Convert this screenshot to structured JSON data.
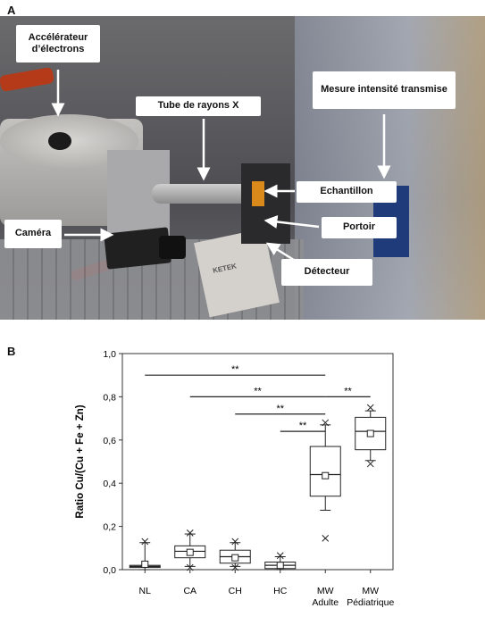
{
  "panels": {
    "a": "A",
    "b": "B"
  },
  "photo_labels": {
    "accelerator": "Accélérateur d’électrons",
    "xray_tube": "Tube de rayons X",
    "transmitted": "Mesure intensité transmise",
    "sample": "Echantillon",
    "camera": "Caméra",
    "holder": "Portoir",
    "detector": "Détecteur",
    "device_brand": "KETEK"
  },
  "chart_data": {
    "type": "box",
    "ylabel": "Ratio Cu/(Cu + Fe + Zn)",
    "ylim": [
      0,
      1
    ],
    "yticks": [
      "0,0",
      "0,2",
      "0,4",
      "0,6",
      "0,8",
      "1,0"
    ],
    "categories": [
      "NL",
      "CA",
      "CH",
      "HC",
      "MW Adulte",
      "MW Pédiatrique"
    ],
    "category_lines": [
      [
        "NL"
      ],
      [
        "CA"
      ],
      [
        "CH"
      ],
      [
        "HC"
      ],
      [
        "MW",
        "Adulte"
      ],
      [
        "MW",
        "Pédiatrique"
      ]
    ],
    "boxes": [
      {
        "q1": 0.01,
        "median": 0.015,
        "q3": 0.02,
        "mean": 0.025,
        "whisker_low": 0.0,
        "whisker_high": 0.125,
        "outliers": [
          0.13
        ]
      },
      {
        "q1": 0.055,
        "median": 0.085,
        "q3": 0.11,
        "mean": 0.08,
        "whisker_low": 0.015,
        "whisker_high": 0.165,
        "outliers": [
          0.01,
          0.17
        ]
      },
      {
        "q1": 0.03,
        "median": 0.06,
        "q3": 0.09,
        "mean": 0.055,
        "whisker_low": 0.015,
        "whisker_high": 0.125,
        "outliers": [
          0.01,
          0.13
        ]
      },
      {
        "q1": 0.005,
        "median": 0.02,
        "q3": 0.035,
        "mean": 0.02,
        "whisker_low": 0.0,
        "whisker_high": 0.06,
        "outliers": [
          0.065
        ]
      },
      {
        "q1": 0.34,
        "median": 0.44,
        "q3": 0.57,
        "mean": 0.435,
        "whisker_low": 0.275,
        "whisker_high": 0.67,
        "outliers": [
          0.68,
          0.145
        ]
      },
      {
        "q1": 0.555,
        "median": 0.64,
        "q3": 0.705,
        "mean": 0.63,
        "whisker_low": 0.505,
        "whisker_high": 0.735,
        "outliers": [
          0.75,
          0.49
        ]
      }
    ],
    "significance": [
      {
        "from": "NL",
        "to": "MW Adulte",
        "y": 0.9,
        "label": "**"
      },
      {
        "from": "CA",
        "to": "MW Adulte",
        "y": 0.8,
        "label": "**"
      },
      {
        "from": "CH",
        "to": "MW Adulte",
        "y": 0.72,
        "label": "**"
      },
      {
        "from": "HC",
        "to": "MW Adulte",
        "y": 0.64,
        "label": "**"
      },
      {
        "from": "MW Adulte",
        "to": "MW Pédiatrique",
        "y": 0.8,
        "label": "**"
      }
    ],
    "grid": false,
    "legend": "none"
  }
}
